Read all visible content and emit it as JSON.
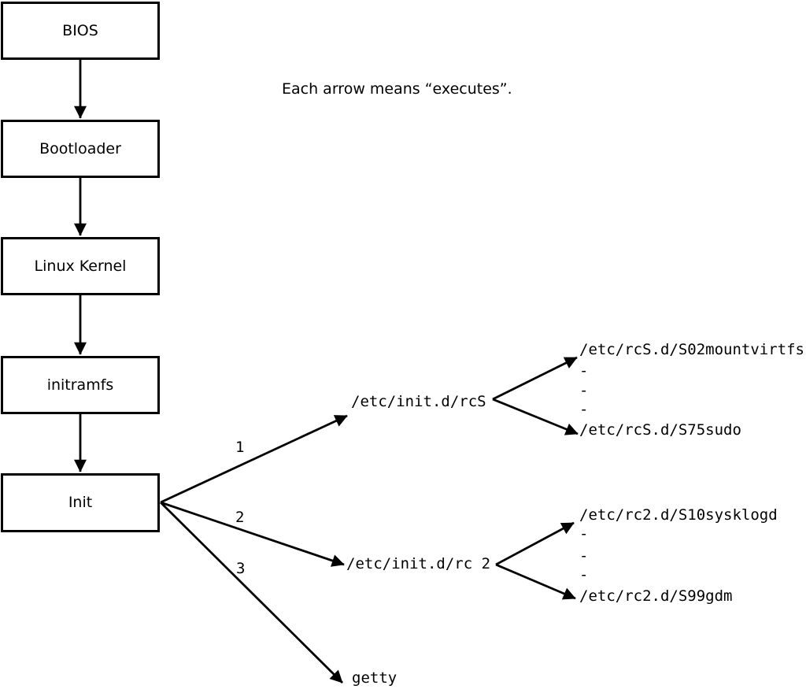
{
  "colors": {
    "ink": "#000000",
    "background": "#ffffff"
  },
  "note": "Each arrow means “executes”.",
  "boxes": [
    {
      "label": "BIOS"
    },
    {
      "label": "Bootloader"
    },
    {
      "label": "Linux Kernel"
    },
    {
      "label": "initramfs"
    },
    {
      "label": "Init"
    }
  ],
  "edge_labels": {
    "one": "1",
    "two": "2",
    "three": "3"
  },
  "targets": {
    "rcS": "/etc/init.d/rcS",
    "rc2": "/etc/init.d/rc 2",
    "getty": "getty"
  },
  "rcS_children": [
    "/etc/rcS.d/S02mountvirtfs",
    "-",
    "-",
    "-",
    "/etc/rcS.d/S75sudo"
  ],
  "rc2_children": [
    "/etc/rc2.d/S10sysklogd",
    "-",
    "-",
    "-",
    "/etc/rc2.d/S99gdm"
  ]
}
